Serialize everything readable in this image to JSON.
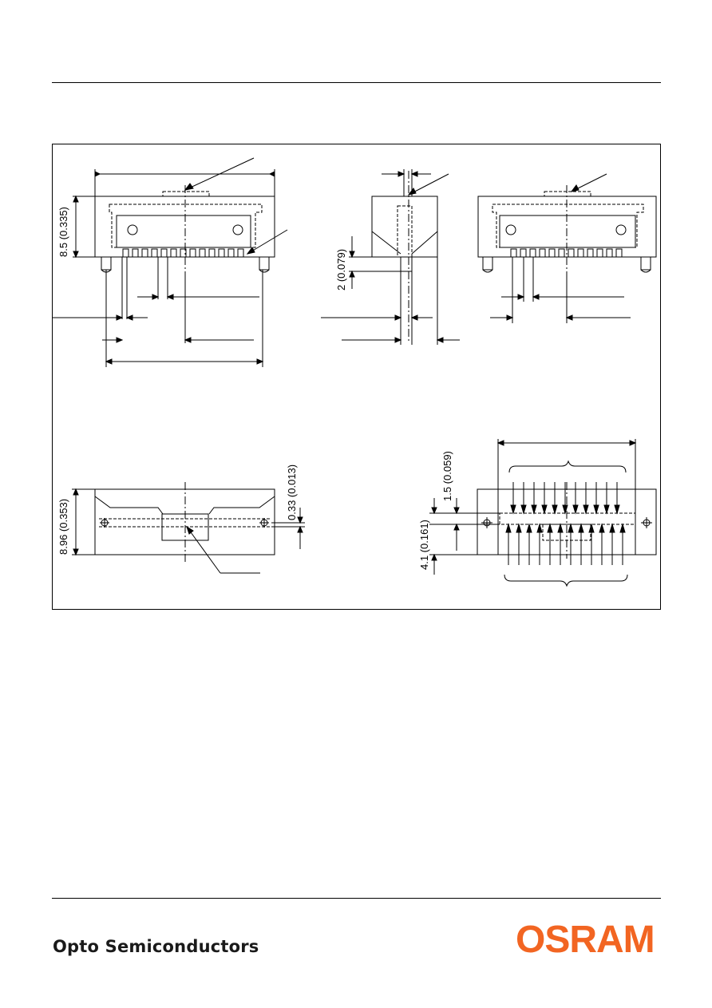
{
  "drawing": {
    "dimensions": {
      "height_front": "8.5 (0.335)",
      "pin_length": "2 (0.079)",
      "height_bottom": "8.96 (0.353)",
      "offset_bottom": "0.33 (0.013)",
      "pad_width": "1.5 (0.059)",
      "pad_pitch_row": "4.1 (0.161)"
    }
  },
  "footer": {
    "company_line": "Opto Semiconductors"
  },
  "logo": {
    "text": "OSRAM",
    "color": "#f26522"
  }
}
